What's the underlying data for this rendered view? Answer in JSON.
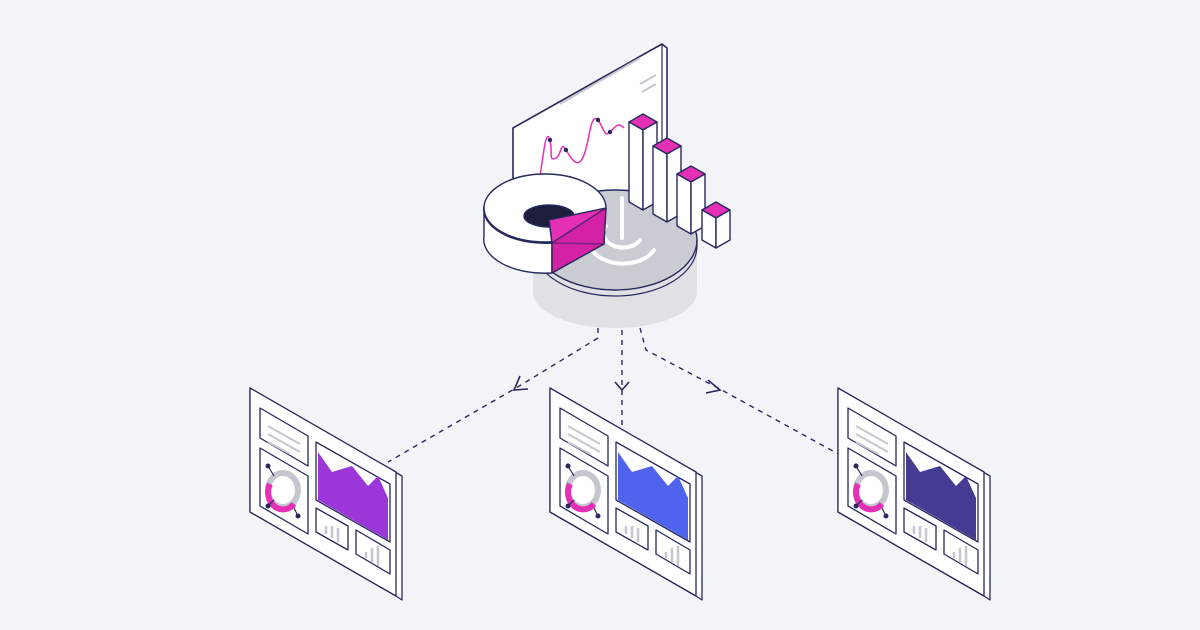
{
  "colors": {
    "background": "#f3f4f7",
    "outline": "#27295e",
    "accent_pink": "#e52fb5",
    "accent_pink_dark": "#c5199a",
    "hub_gray": "#c9ccd2",
    "hub_shadow": "#dfe1e5",
    "panel_white": "#ffffff",
    "donut_gray": "#c4c7cd",
    "dashboard_left_fill": "#9b36d8",
    "dashboard_center_fill": "#4f63ee",
    "dashboard_right_fill": "#433c92"
  },
  "icons": {
    "hub_logo": "hub-logo-icon",
    "connector_arrow": "dashed-arrow-icon",
    "bar_chart": "mini-bar-chart-icon"
  },
  "hub": {
    "parts": [
      "monitor-line-chart",
      "isometric-bar-chart",
      "donut-chart",
      "hub-disk"
    ]
  },
  "dashboards": [
    {
      "id": "left",
      "area_color_key": "dashboard_left_fill"
    },
    {
      "id": "center",
      "area_color_key": "dashboard_center_fill"
    },
    {
      "id": "right",
      "area_color_key": "dashboard_right_fill"
    }
  ]
}
